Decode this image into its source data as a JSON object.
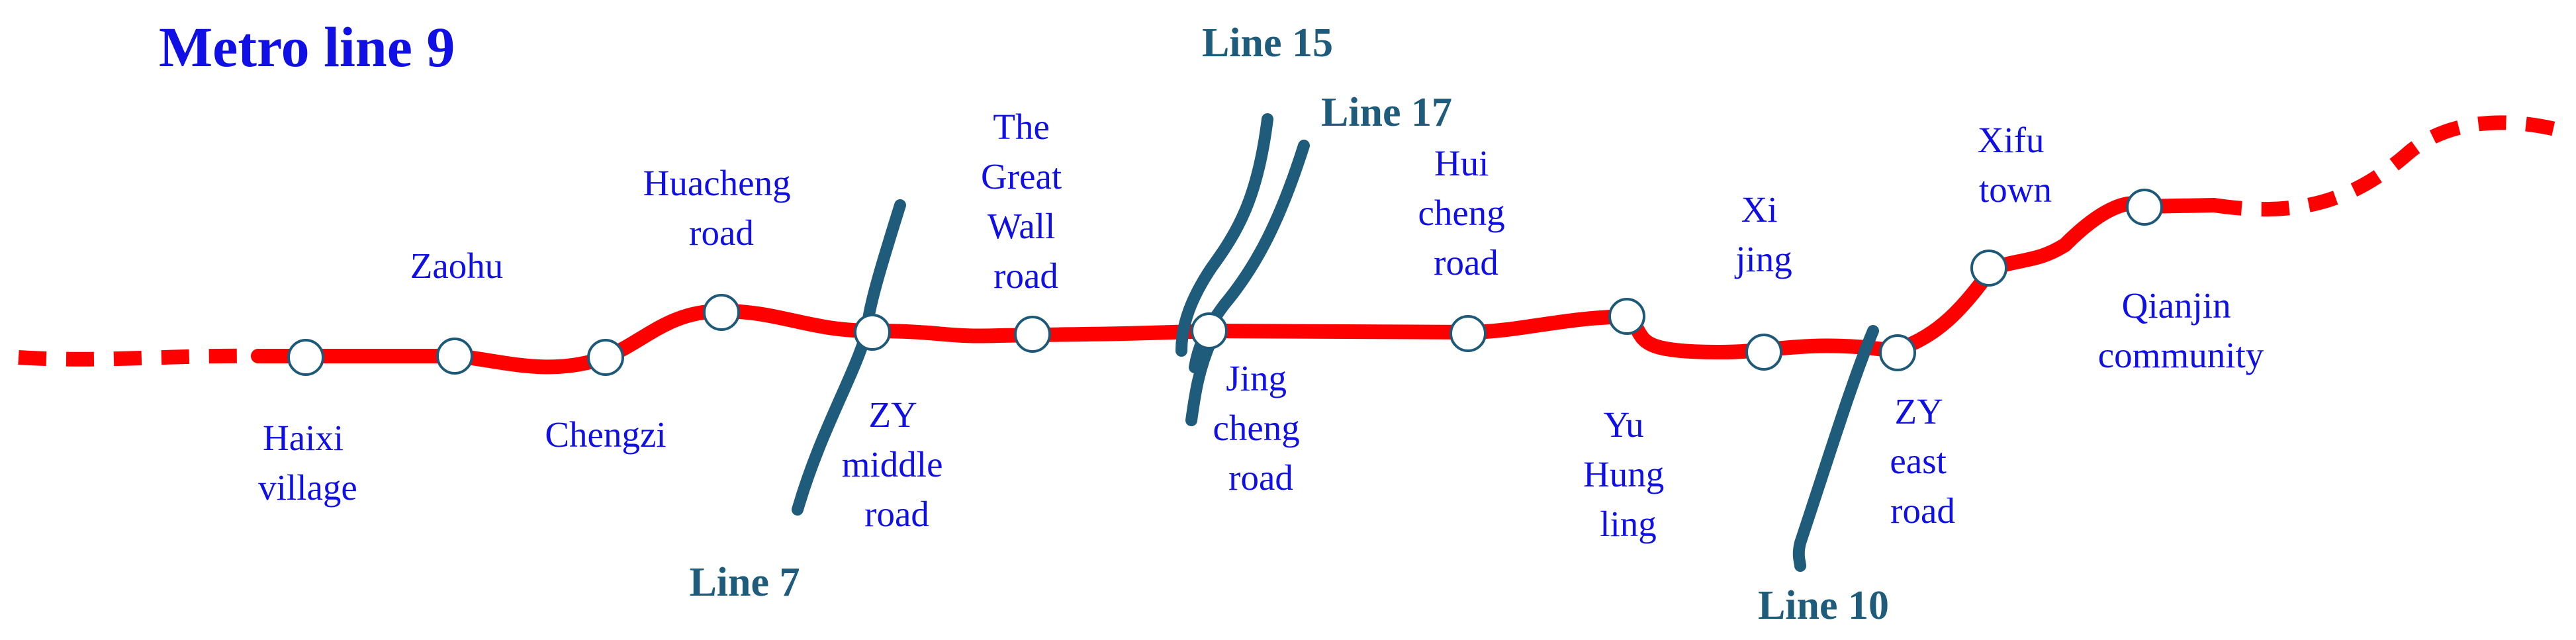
{
  "title": "Metro line 9",
  "colors": {
    "line9": "#ff0000",
    "crossing_lines": "#1f5c7c",
    "station_labels": "#1010e6"
  },
  "stations": [
    {
      "id": "haixi",
      "lines": [
        "Haixi",
        "village"
      ]
    },
    {
      "id": "zaohu",
      "lines": [
        "Zaohu"
      ]
    },
    {
      "id": "chengzi",
      "lines": [
        "Chengzi"
      ]
    },
    {
      "id": "huacheng",
      "lines": [
        "Huacheng",
        "road"
      ]
    },
    {
      "id": "zy-middle",
      "lines": [
        "ZY",
        "middle",
        "road"
      ]
    },
    {
      "id": "great-wall",
      "lines": [
        "The",
        "Great",
        "Wall",
        "road"
      ]
    },
    {
      "id": "jingcheng",
      "lines": [
        "Jing",
        "cheng",
        "road"
      ]
    },
    {
      "id": "huicheng",
      "lines": [
        "Hui",
        "cheng",
        "road"
      ]
    },
    {
      "id": "yuhung",
      "lines": [
        "Yu",
        "Hung",
        "ling"
      ]
    },
    {
      "id": "xijing",
      "lines": [
        "Xi",
        "jing"
      ]
    },
    {
      "id": "zy-east",
      "lines": [
        "ZY",
        "east",
        "road"
      ]
    },
    {
      "id": "xifu",
      "lines": [
        "Xifu",
        "town"
      ]
    },
    {
      "id": "qianjin",
      "lines": [
        "Qianjin",
        "community"
      ]
    }
  ],
  "crossing_lines": [
    {
      "id": "line7",
      "label": "Line 7"
    },
    {
      "id": "line15",
      "label": "Line 15"
    },
    {
      "id": "line17",
      "label": "Line 17"
    },
    {
      "id": "line10",
      "label": "Line 10"
    }
  ]
}
